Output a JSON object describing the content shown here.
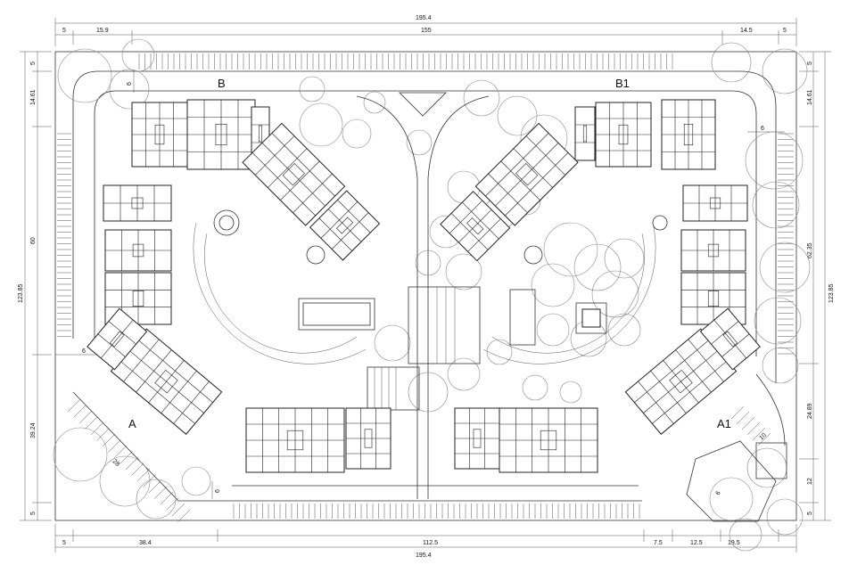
{
  "buildings": {
    "a": "A",
    "a1": "A1",
    "b": "B",
    "b1": "B1"
  },
  "dimensions": {
    "top_total": "195.4",
    "top_left_offset": "5",
    "top_left_segment": "15.9",
    "top_middle": "155",
    "top_right_segment": "14.5",
    "top_right_offset": "5",
    "bottom_total": "195.4",
    "bottom_left_offset": "5",
    "bottom_left_segment": "38.4",
    "bottom_middle": "112.5",
    "bottom_seg_1": "7.5",
    "bottom_seg_2": "12.5",
    "bottom_seg_3": "19.5",
    "left_total": "123.85",
    "left_top_offset": "5",
    "left_upper": "14.61",
    "left_middle": "60",
    "left_lower": "39.24",
    "left_bottom_offset": "5",
    "right_total": "123.85",
    "right_top_offset": "5",
    "right_upper": "14.61",
    "right_middle": "62.35",
    "right_lower": "24.89",
    "right_seg_12": "12",
    "right_bottom_offset": "5",
    "small_6_a": "6",
    "small_6_b": "6",
    "small_6_c": "6",
    "small_6_d": "6",
    "small_6_e": "6",
    "slope_10": "10",
    "slope_28": "28"
  }
}
